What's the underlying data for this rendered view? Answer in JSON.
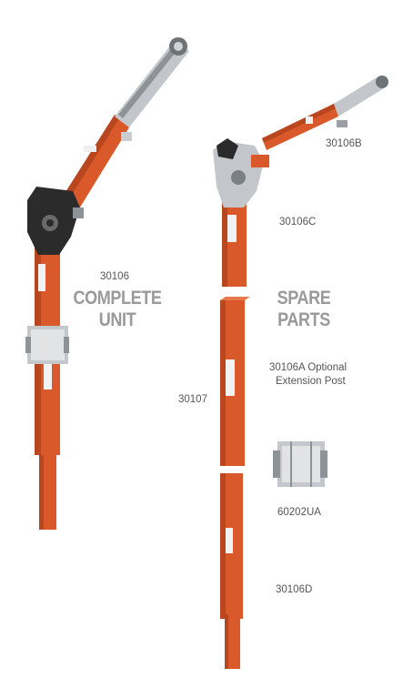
{
  "colors": {
    "orange": "#d9592a",
    "orange_dark": "#a8401c",
    "gray": "#bfc3c7",
    "black": "#2b2b2b",
    "label_gray": "#9a9a9a"
  },
  "complete": {
    "part_no": "30106",
    "title_line1": "COMPLETE",
    "title_line2": "UNIT"
  },
  "spare": {
    "title_line1": "SPARE",
    "title_line2": "PARTS"
  },
  "parts": {
    "boom": "30106B",
    "mast": "30106C",
    "extension_line1": "30106A Optional",
    "extension_line2": "Extension Post",
    "post": "30107",
    "bracket": "60202UA",
    "base": "30106D"
  }
}
